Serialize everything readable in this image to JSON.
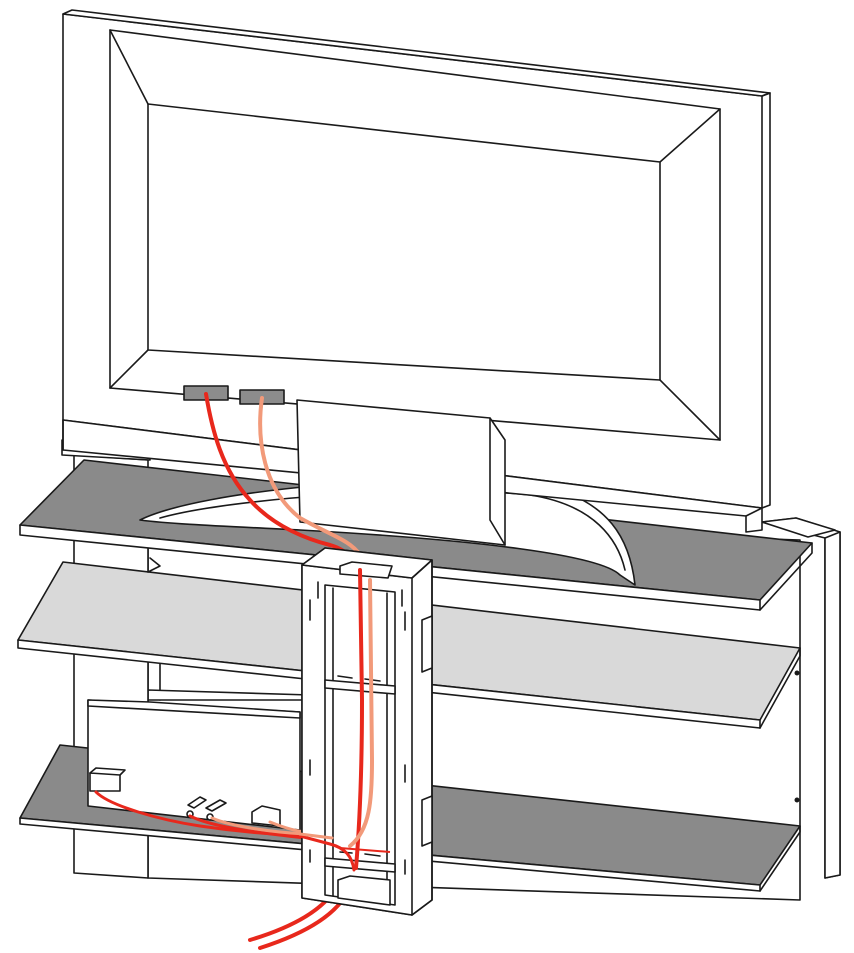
{
  "figure": {
    "kind": "technical-illustration",
    "subject": "flat-screen-tv-on-glass-shelf-stand-with-cable-management-column",
    "text_labels": []
  },
  "colors": {
    "line": "#1a1a1a",
    "glass_dark": "#8a8a8a",
    "glass_light": "#d9d9d9",
    "panel": "#ffffff",
    "cable_red": "#e8281c",
    "cable_salmon": "#f29a7a",
    "connector": "#8c8c8c"
  },
  "parts": [
    "tv-monitor",
    "tv-stand-base",
    "top-glass-shelf",
    "middle-glass-shelf",
    "bottom-glass-shelf",
    "rear-back-panel",
    "side-post",
    "cable-column",
    "av-receiver-box",
    "cables"
  ]
}
